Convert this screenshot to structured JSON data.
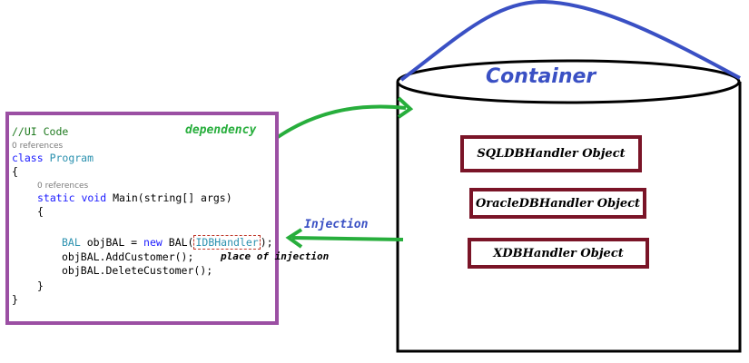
{
  "code": {
    "comment": "//UI Code",
    "refs_class": "0 references",
    "class_kw": "class",
    "class_name": "Program",
    "brace_open": "{",
    "refs_method": "0 references",
    "method_kw": "static void",
    "method_sig": "Main(string[] args)",
    "method_brace_open": "{",
    "line_bal_type": "BAL",
    "line_bal_mid": "objBAL =",
    "line_bal_new": "new",
    "line_bal_ctor": "BAL(",
    "line_bal_param": "IDBHandler",
    "line_bal_end": ");",
    "line_add": "objBAL.AddCustomer();",
    "line_delete": "objBAL.DeleteCustomer();",
    "method_brace_close": "}",
    "brace_close": "}"
  },
  "labels": {
    "dependency": "dependency",
    "injection": "Injection",
    "place_of_injection": "place of injection"
  },
  "container": {
    "title": "Container",
    "objects": [
      "SQLDBHandler  Object",
      "OracleDBHandler Object",
      "XDBHandler Object"
    ]
  },
  "colors": {
    "code_border": "#9b4fa3",
    "arrow": "#27ae3c",
    "container_top": "#3a50c4",
    "object_border": "#7a1427"
  }
}
